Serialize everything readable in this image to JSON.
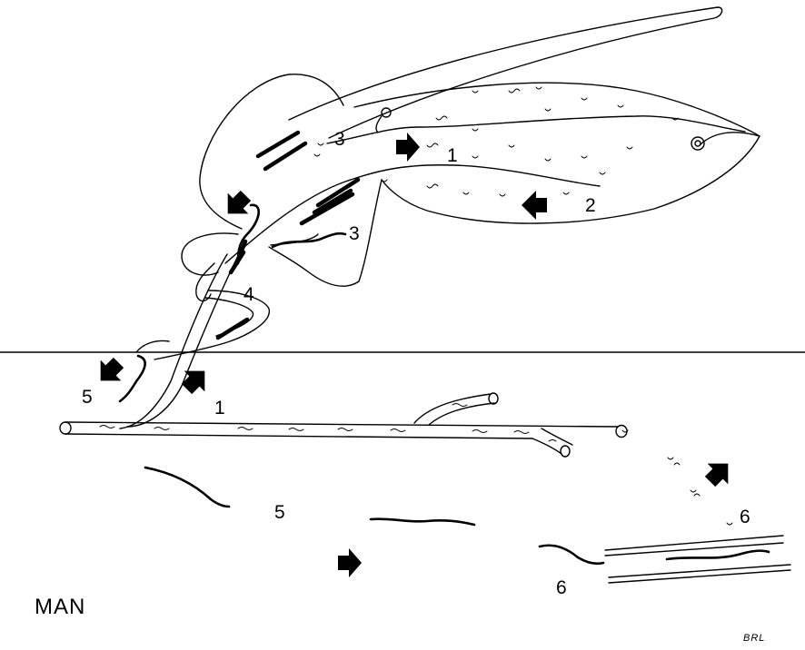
{
  "labels": {
    "stage_1_midgut": "1",
    "stage_1_skin": "1",
    "stage_2": "2",
    "stage_3_thorax": "3",
    "stage_3_abdomen": "3",
    "stage_4": "4",
    "stage_5_skin": "5",
    "stage_5_tissue": "5",
    "stage_6_upper": "6",
    "stage_6_lower": "6"
  },
  "host_label": "MAN",
  "signature": "BRL",
  "colors": {
    "ink": "#000000",
    "paper": "#ffffff"
  }
}
